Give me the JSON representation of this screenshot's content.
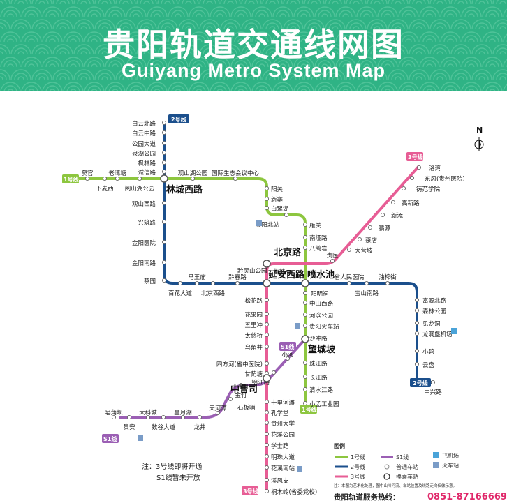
{
  "header": {
    "title_cn": "贵阳轨道交通线网图",
    "title_en": "Guiyang Metro System Map"
  },
  "colors": {
    "line1": "#8dc63f",
    "line2": "#1b4f8c",
    "line3": "#e75d95",
    "lineS1": "#9b5fb4",
    "header": "#2fb385"
  },
  "compass": {
    "label": "N"
  },
  "line_badges": {
    "line1_top": "1号线",
    "line1_bottom": "1号线",
    "line2_top": "2号线",
    "line2_bottom": "2号线",
    "line3_top": "3号线",
    "line3_bottom": "3号线",
    "s1_top": "S1线",
    "s1_left": "S1线"
  },
  "line2_stations": {
    "baiyun_bei": "白云北路",
    "baiyun_zhong": "白云中路",
    "gongyuan": "公园大道",
    "quanhu": "泉湖公园",
    "fenglin": "枫林路",
    "chengxin": "诚信路",
    "guanshan": "观山西路",
    "xingzhu": "兴筑路",
    "jinyang_hos": "金阳医院",
    "jinyang_nan": "金阳南路",
    "chayuan": "茶园",
    "maluo": "马王庙",
    "baihua": "百花大道",
    "beijing_w": "北京西路",
    "qianchun": "黔春路",
    "baoshan": "宝山南路",
    "youzha": "油榨街",
    "fuyuan_bei": "富源北路",
    "senlin": "森林公园",
    "jianlong": "见龙洞",
    "longdongbao": "龙洞堡机场",
    "xiaobi": "小碧",
    "yunpan": "云盘",
    "zhongxing": "中兴路",
    "shengrenmin": "省人民医院"
  },
  "line1_stations": {
    "douyu": "窦官",
    "laowantang": "老湾塘",
    "xiamaiwu": "下麦西",
    "yueshan": "阅山湖公园",
    "guanshan_park": "观山湖公园",
    "guoji": "国际生态会议中心",
    "yangguan": "阳关",
    "xinzhai": "新寨",
    "baiyenao": "白鹭湖",
    "guiyang_bei": "贵阳北站",
    "yanguan": "雁关",
    "nanming": "南垭路",
    "bagedian": "八鸽岩",
    "yangming": "阳明祠",
    "zhongshan": "中山西路",
    "hebin": "河滨公园",
    "huochezhan": "贵阳火车站",
    "shachong": "沙冲路",
    "wangchengpo": "望城坡",
    "zhujiang": "珠江路",
    "changjiang": "长江路",
    "qingshuijiang": "清水江路",
    "xiaomeng": "小孟工业园"
  },
  "line3_stations": {
    "luochong": "洛湾",
    "dongfeng": "东风(贵州医院)",
    "zhuanlao": "铸范学院",
    "gaoxin": "高新路",
    "xinxi": "新添",
    "dingshui": "鹏源",
    "chadian": "茶店",
    "daying": "大营坡",
    "guida": "贵医",
    "zijin": "紫林庵",
    "songhua": "松花路",
    "huaguo": "花果园",
    "wulicong": "五里冲",
    "taicigiao": "太慈桥",
    "gangguo": "皂角井",
    "shiyuan": "四方河(省中医院)",
    "gandangqiao": "甘荫塘",
    "shiliheku": "十里河滩",
    "kongxuetang": "孔学堂",
    "guicai": "贵州大学",
    "huaxi": "花溪公园",
    "xueshi": "学士路",
    "mingzhu": "明珠大道",
    "huaxi_nan": "花溪南站",
    "liufeng": "溪风支",
    "tongmu": "桐木岭(省委党校)"
  },
  "s1_stations": {
    "xiaohe": "小河",
    "jinjiang": "锦江路",
    "jinzhu": "金竹",
    "shiqiao": "石板哨",
    "tianhe": "天河潭",
    "xingyue": "星月湖",
    "longjing": "龙井",
    "dake": "大科城",
    "guian": "贵安",
    "shuxue": "数谷大道",
    "jiaoxiao": "皂角坝"
  },
  "hubs": {
    "linchengxi": "林城西路",
    "beijinglu": "北京路",
    "yananxi": "延安西路",
    "penshuichi": "喷水池",
    "zhongcaosi": "中曹司",
    "wangchengpo": "望城坡",
    "qianlingshan": "黔灵山公园"
  },
  "legend": {
    "title": "图例",
    "line1": "1号线",
    "line2": "2号线",
    "line3": "3号线",
    "s1": "S1线",
    "ordinary": "普通车站",
    "transfer": "换乘车站",
    "airport": "飞机场",
    "railway": "火车站"
  },
  "notes": {
    "note1": "注：3号线即将开通",
    "note2": "S1线暂未开放",
    "small_note": "注：本图为艺术化处理，图中山川河流、车站位置及线路走向仅做示意。"
  },
  "hotline": {
    "label": "贵阳轨道服务热线：",
    "number": "0851-87166669"
  }
}
